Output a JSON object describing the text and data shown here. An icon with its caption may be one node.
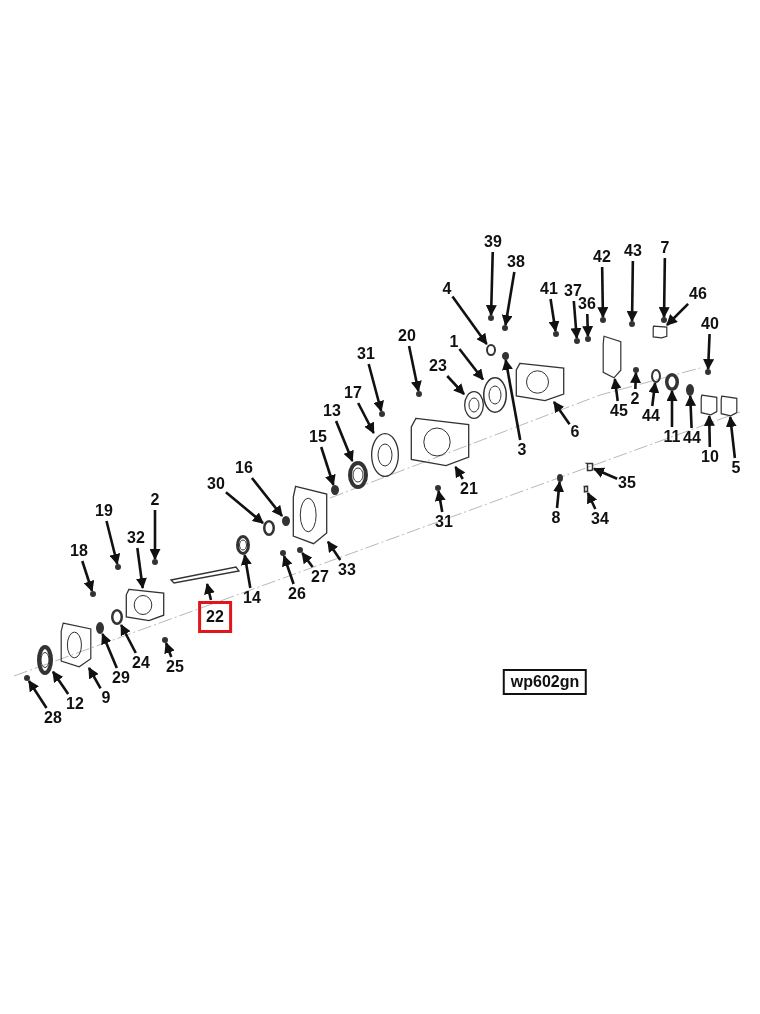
{
  "diagram": {
    "nodes": [
      {
        "text": [
          "39"
        ]
      },
      {
        "text": [
          "38"
        ]
      },
      {
        "text": [
          "43"
        ]
      },
      {
        "text": [
          "7"
        ]
      },
      {
        "text": [
          "42"
        ]
      },
      {
        "text": [
          "4"
        ]
      },
      {
        "text": [
          "41"
        ]
      },
      {
        "text": [
          "37"
        ]
      },
      {
        "text": [
          "46"
        ]
      },
      {
        "text": [
          "36"
        ]
      },
      {
        "text": [
          "40"
        ]
      },
      {
        "text": [
          "20"
        ]
      },
      {
        "text": [
          "1"
        ]
      },
      {
        "text": [
          "31"
        ]
      },
      {
        "text": [
          "23"
        ]
      },
      {
        "text": [
          "17"
        ]
      },
      {
        "text": [
          "13"
        ]
      },
      {
        "text": [
          "15"
        ]
      },
      {
        "text": [
          "3"
        ]
      },
      {
        "text": [
          "6"
        ]
      },
      {
        "text": [
          "45"
        ]
      },
      {
        "text": [
          "2"
        ]
      },
      {
        "text": [
          "44"
        ]
      },
      {
        "text": [
          "11"
        ]
      },
      {
        "text": [
          "44"
        ]
      },
      {
        "text": [
          "10"
        ]
      },
      {
        "text": [
          "5"
        ]
      },
      {
        "text": [
          "21"
        ]
      },
      {
        "text": [
          "31"
        ]
      },
      {
        "text": [
          "35"
        ]
      },
      {
        "text": [
          "16"
        ]
      },
      {
        "text": [
          "30"
        ]
      },
      {
        "text": [
          "8"
        ]
      },
      {
        "text": [
          "34"
        ]
      },
      {
        "text": [
          "19"
        ]
      },
      {
        "text": [
          "2"
        ]
      },
      {
        "text": [
          "32"
        ]
      },
      {
        "text": [
          "18"
        ]
      },
      {
        "text": [
          "33"
        ]
      },
      {
        "text": [
          "14"
        ]
      },
      {
        "text": [
          "27"
        ]
      },
      {
        "text": [
          "26"
        ]
      },
      {
        "text": [
          "22"
        ]
      },
      {
        "text": [
          "25"
        ]
      },
      {
        "text": [
          "29"
        ]
      },
      {
        "text": [
          "24"
        ]
      },
      {
        "text": [
          "12"
        ]
      },
      {
        "text": [
          "9"
        ]
      },
      {
        "text": [
          "28"
        ]
      },
      {
        "text": [
          "wp602gn"
        ]
      },
      {
        "text": [],
        "shape": "circle"
      },
      {
        "text": [],
        "shape": "circle"
      },
      {
        "text": [],
        "shape": "circle"
      },
      {
        "text": [],
        "shape": "circle"
      },
      {
        "text": [],
        "shape": "circle"
      },
      {
        "text": [],
        "shape": "circle"
      },
      {
        "text": [],
        "shape": "circle"
      },
      {
        "text": [],
        "shape": "circle"
      },
      {
        "text": [],
        "shape": "box"
      },
      {
        "text": [],
        "shape": "circle"
      },
      {
        "text": [],
        "shape": "circle"
      },
      {
        "text": [],
        "shape": "circle"
      },
      {
        "text": [],
        "shape": "circle"
      },
      {
        "text": [],
        "shape": "circle"
      },
      {
        "text": [],
        "shape": "circle"
      },
      {
        "text": [],
        "shape": "circle"
      },
      {
        "text": [],
        "shape": "circle"
      },
      {
        "text": [],
        "shape": "circle"
      },
      {
        "text": [],
        "shape": "circle"
      },
      {
        "text": [],
        "shape": "box"
      },
      {
        "text": [],
        "shape": "box"
      },
      {
        "text": [],
        "shape": "circle"
      },
      {
        "text": [],
        "shape": "circle"
      },
      {
        "text": [],
        "shape": "circle"
      },
      {
        "text": [],
        "shape": "circle"
      },
      {
        "text": [],
        "shape": "box"
      },
      {
        "text": [],
        "shape": "box"
      },
      {
        "text": [],
        "shape": "box"
      },
      {
        "text": [],
        "shape": "circle"
      },
      {
        "text": [],
        "shape": "box"
      },
      {
        "text": [],
        "shape": "circle"
      },
      {
        "text": [],
        "shape": "circle"
      },
      {
        "text": [],
        "shape": "circle"
      },
      {
        "text": [],
        "shape": "box"
      },
      {
        "text": [],
        "shape": "circle"
      },
      {
        "text": [],
        "shape": "circle"
      },
      {
        "text": [],
        "shape": "box"
      },
      {
        "text": [],
        "shape": "circle"
      },
      {
        "text": [],
        "shape": "box"
      },
      {
        "text": [],
        "shape": "circle"
      },
      {
        "text": [],
        "shape": "circle"
      },
      {
        "text": [],
        "shape": "circle"
      },
      {
        "text": [],
        "shape": "bar"
      },
      {
        "text": [],
        "shape": "circle"
      },
      {
        "text": [],
        "shape": "circle"
      },
      {
        "text": [],
        "shape": "circle"
      },
      {
        "text": [],
        "shape": "circle"
      },
      {
        "text": [],
        "shape": "box"
      },
      {
        "text": [],
        "shape": "circle"
      }
    ],
    "edges": [
      {
        "from": 0,
        "to": 50,
        "arrow": "to"
      },
      {
        "from": 1,
        "to": 51,
        "arrow": "to"
      },
      {
        "from": 2,
        "to": 52,
        "arrow": "to"
      },
      {
        "from": 3,
        "to": 53,
        "arrow": "to"
      },
      {
        "from": 4,
        "to": 54,
        "arrow": "to"
      },
      {
        "from": 5,
        "to": 55,
        "arrow": "to"
      },
      {
        "from": 6,
        "to": 56,
        "arrow": "to"
      },
      {
        "from": 7,
        "to": 57,
        "arrow": "to"
      },
      {
        "from": 8,
        "to": 58,
        "arrow": "to"
      },
      {
        "from": 9,
        "to": 59,
        "arrow": "to"
      },
      {
        "from": 10,
        "to": 60,
        "arrow": "to"
      },
      {
        "from": 11,
        "to": 61,
        "arrow": "to"
      },
      {
        "from": 12,
        "to": 62,
        "arrow": "to"
      },
      {
        "from": 13,
        "to": 63,
        "arrow": "to"
      },
      {
        "from": 14,
        "to": 64,
        "arrow": "to"
      },
      {
        "from": 15,
        "to": 65,
        "arrow": "to"
      },
      {
        "from": 16,
        "to": 66,
        "arrow": "to"
      },
      {
        "from": 17,
        "to": 67,
        "arrow": "to"
      },
      {
        "from": 18,
        "to": 68,
        "arrow": "to"
      },
      {
        "from": 19,
        "to": 69,
        "arrow": "to"
      },
      {
        "from": 20,
        "to": 70,
        "arrow": "to"
      },
      {
        "from": 21,
        "to": 71,
        "arrow": "to"
      },
      {
        "from": 22,
        "to": 72,
        "arrow": "to"
      },
      {
        "from": 23,
        "to": 73,
        "arrow": "to"
      },
      {
        "from": 24,
        "to": 74,
        "arrow": "to"
      },
      {
        "from": 25,
        "to": 75,
        "arrow": "to"
      },
      {
        "from": 26,
        "to": 76,
        "arrow": "to"
      },
      {
        "from": 27,
        "to": 77,
        "arrow": "to"
      },
      {
        "from": 28,
        "to": 78,
        "arrow": "to"
      },
      {
        "from": 29,
        "to": 79,
        "arrow": "to"
      },
      {
        "from": 30,
        "to": 80,
        "arrow": "to"
      },
      {
        "from": 31,
        "to": 81,
        "arrow": "to"
      },
      {
        "from": 32,
        "to": 82,
        "arrow": "to"
      },
      {
        "from": 33,
        "to": 83,
        "arrow": "to"
      },
      {
        "from": 34,
        "to": 84,
        "arrow": "to"
      },
      {
        "from": 35,
        "to": 85,
        "arrow": "to"
      },
      {
        "from": 36,
        "to": 86,
        "arrow": "to"
      },
      {
        "from": 37,
        "to": 87,
        "arrow": "to"
      },
      {
        "from": 38,
        "to": 88,
        "arrow": "to"
      },
      {
        "from": 39,
        "to": 89,
        "arrow": "to"
      },
      {
        "from": 40,
        "to": 90,
        "arrow": "to"
      },
      {
        "from": 41,
        "to": 91,
        "arrow": "to"
      },
      {
        "from": 42,
        "to": 92,
        "arrow": "to"
      },
      {
        "from": 43,
        "to": 93,
        "arrow": "to"
      },
      {
        "from": 44,
        "to": 94,
        "arrow": "to"
      },
      {
        "from": 45,
        "to": 95,
        "arrow": "to"
      },
      {
        "from": 46,
        "to": 96,
        "arrow": "to"
      },
      {
        "from": 47,
        "to": 97,
        "arrow": "to"
      },
      {
        "from": 48,
        "to": 98,
        "arrow": "to"
      }
    ]
  }
}
